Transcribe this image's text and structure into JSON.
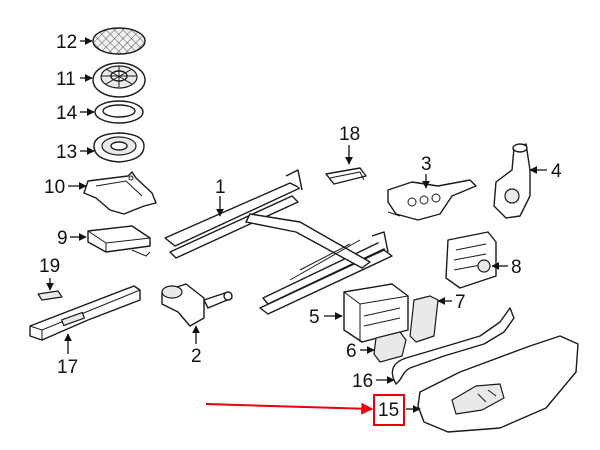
{
  "diagram": {
    "highlight_color": "#e8000b",
    "highlighted_part": "15",
    "callouts": [
      "12",
      "11",
      "14",
      "13",
      "10",
      "9",
      "19",
      "17",
      "1",
      "2",
      "18",
      "3",
      "4",
      "8",
      "7",
      "5",
      "6",
      "16",
      "15"
    ]
  }
}
